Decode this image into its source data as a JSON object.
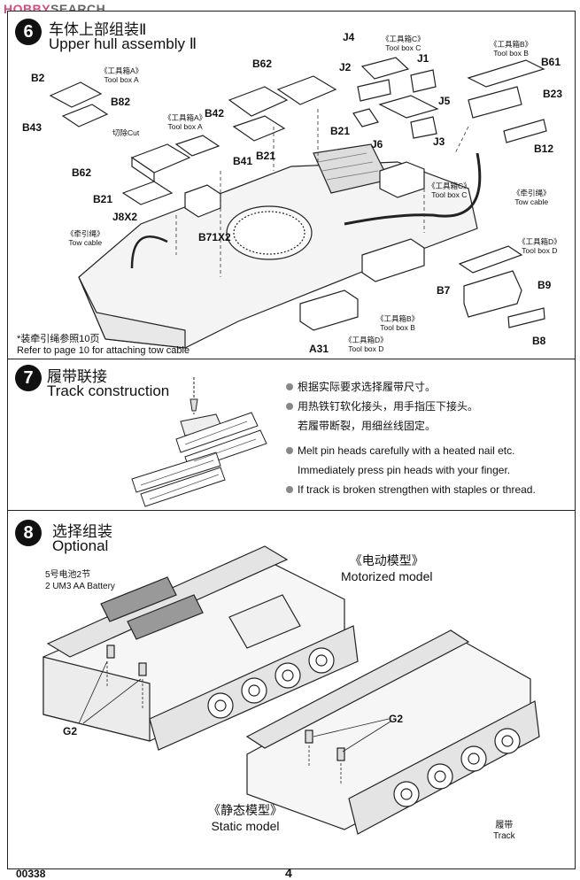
{
  "watermark": {
    "brand": "HOBBY",
    "rest": "SEARCH"
  },
  "step6": {
    "number": "6",
    "title_cn": "车体上部组装Ⅱ",
    "title_en": "Upper hull assembly Ⅱ",
    "labels": {
      "B2": "B2",
      "B82": "B82",
      "B43": "B43",
      "cut": "切除Cut",
      "B62a": "B62",
      "B21a": "B21",
      "J8X2": "J8X2",
      "B42": "B42",
      "B41": "B41",
      "B21b": "B21",
      "B62b": "B62",
      "B21c": "B21",
      "B71X2": "B71X2",
      "J4": "J4",
      "J2": "J2",
      "J1": "J1",
      "J5": "J5",
      "J3": "J3",
      "J6": "J6",
      "B61": "B61",
      "B23": "B23",
      "B12": "B12",
      "B7": "B7",
      "B9": "B9",
      "B8": "B8",
      "A31": "A31"
    },
    "boxes": {
      "toolA1_cn": "《工具箱A》",
      "toolA1_en": "Tool box A",
      "toolA2_cn": "《工具箱A》",
      "toolA2_en": "Tool box A",
      "toolC1_cn": "《工具箱C》",
      "toolC1_en": "Tool box C",
      "toolC2_cn": "《工具箱C》",
      "toolC2_en": "Tool box C",
      "toolB1_cn": "《工具箱B》",
      "toolB1_en": "Tool box B",
      "toolB2_cn": "《工具箱B》",
      "toolB2_en": "Tool box B",
      "toolD1_cn": "《工具箱D》",
      "toolD1_en": "Tool box D",
      "toolD2_cn": "《工具箱D》",
      "toolD2_en": "Tool box D",
      "tow1_cn": "《牵引绳》",
      "tow1_en": "Tow cable",
      "tow2_cn": "《牵引绳》",
      "tow2_en": "Tow cable"
    },
    "note_cn": "*装牵引绳参照10页",
    "note_en": "Refer to page 10 for attaching tow cable"
  },
  "step7": {
    "number": "7",
    "title_cn": "履带联接",
    "title_en": "Track construction",
    "cn_line1": "根据实际要求选择履带尺寸。",
    "cn_line2": "用热铁钉软化接头，用手指压下接头。",
    "cn_line3": "若履带断裂，用细丝线固定。",
    "en_line1": "Melt pin heads carefully with a heated nail etc.",
    "en_line2": "Immediately press pin heads with your finger.",
    "en_line3": "If track is broken strengthen with staples or thread."
  },
  "step8": {
    "number": "8",
    "title_cn": "选择组装",
    "title_en": "Optional",
    "battery_cn": "5号电池2节",
    "battery_en": "2 UM3 AA Battery",
    "motor_cn": "《电动模型》",
    "motor_en": "Motorized model",
    "static_cn": "《静态模型》",
    "static_en": "Static model",
    "g2a": "G2",
    "g2b": "G2",
    "track_cn": "履带",
    "track_en": "Track"
  },
  "footer": {
    "code": "00338",
    "page": "4"
  }
}
